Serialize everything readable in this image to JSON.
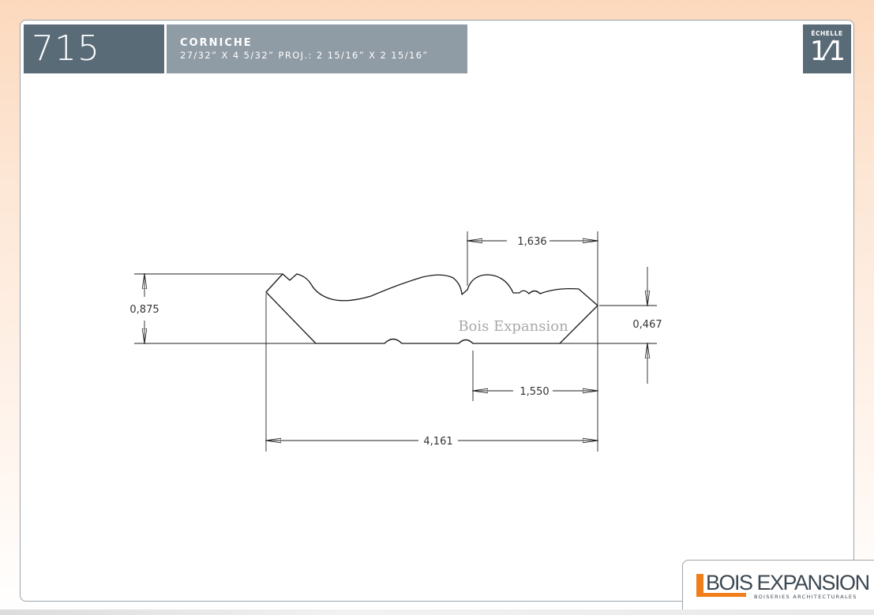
{
  "header": {
    "product_code": "715",
    "product_name": "CORNICHE",
    "product_dimensions": "27/32” X 4 5/32”   PROJ.: 2 15/16” X 2 15/16”",
    "scale_label": "ÉCHELLE",
    "scale_value": "1⁄1"
  },
  "drawing": {
    "dim_top_width": "1,636",
    "dim_left_height": "0,875",
    "dim_right_height": "0,467",
    "dim_bottom_width": "1,550",
    "dim_overall_width": "4,161",
    "watermark": "Bois Expansion"
  },
  "brand": {
    "logo_text": "BOIS EXPANSION",
    "tagline": "BOISERIES ARCHITECTURALES",
    "accent_color": "#f07f1b",
    "header_dark": "#5a6b78",
    "header_light": "#8f9ba5"
  }
}
